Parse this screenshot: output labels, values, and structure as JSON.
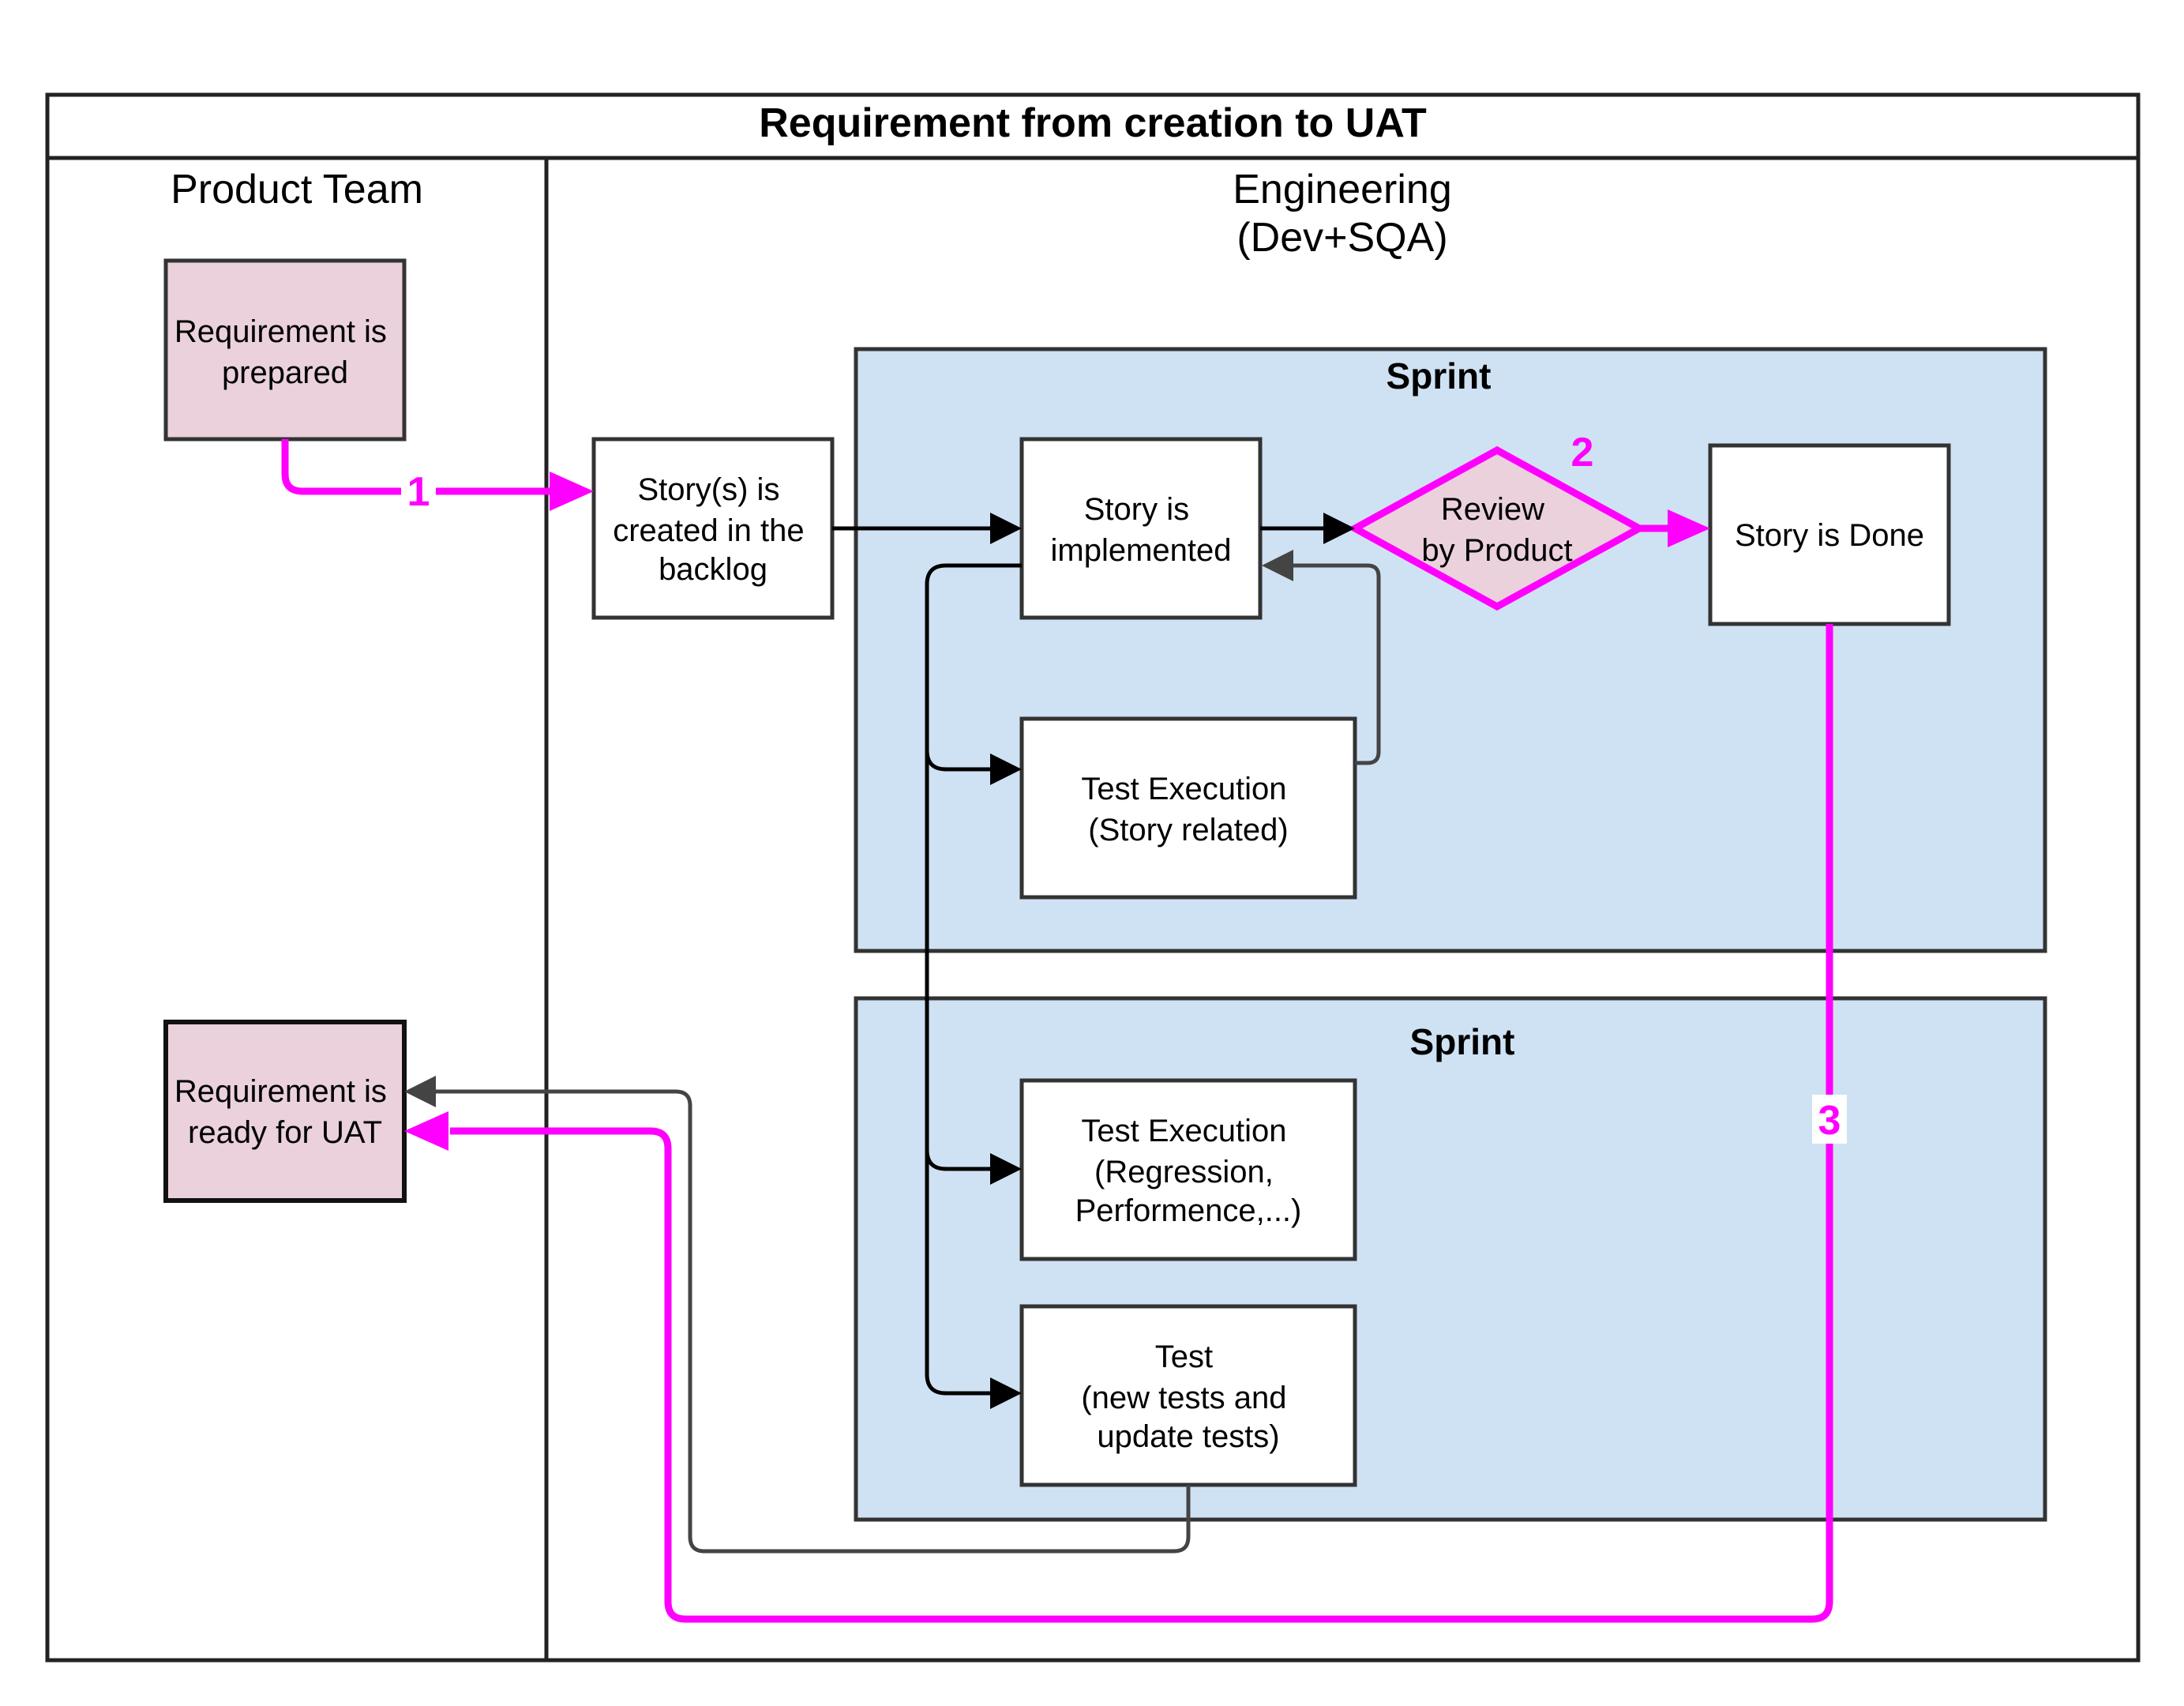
{
  "title": "Requirement from creation to UAT",
  "lanes": {
    "product": "Product Team",
    "engineering_line1": "Engineering",
    "engineering_line2": "(Dev+SQA)"
  },
  "sprints": {
    "top": "Sprint",
    "bottom": "Sprint"
  },
  "nodes": {
    "req_prepared": [
      "Requirement is",
      "prepared"
    ],
    "story_created": [
      "Story(s) is",
      "created in the",
      "backlog"
    ],
    "story_implemented": [
      "Story is",
      "implemented"
    ],
    "review": [
      "Review",
      "by Product"
    ],
    "story_done": [
      "Story is Done"
    ],
    "test_exec_story": [
      "Test Execution",
      "(Story related)"
    ],
    "test_exec_regression": [
      "Test Execution",
      "(Regression,",
      "Performence,...)"
    ],
    "test_new": [
      "Test",
      "(new tests and",
      "update tests)"
    ],
    "req_ready": [
      "Requirement is",
      "ready for UAT"
    ]
  },
  "step_labels": {
    "step1": "1",
    "step2": "2",
    "step3": "3"
  },
  "colors": {
    "highlight": "#ff00ff",
    "sprint_fill": "#cfe2f3",
    "requirement_fill": "#ead1dc",
    "border": "#333333"
  }
}
